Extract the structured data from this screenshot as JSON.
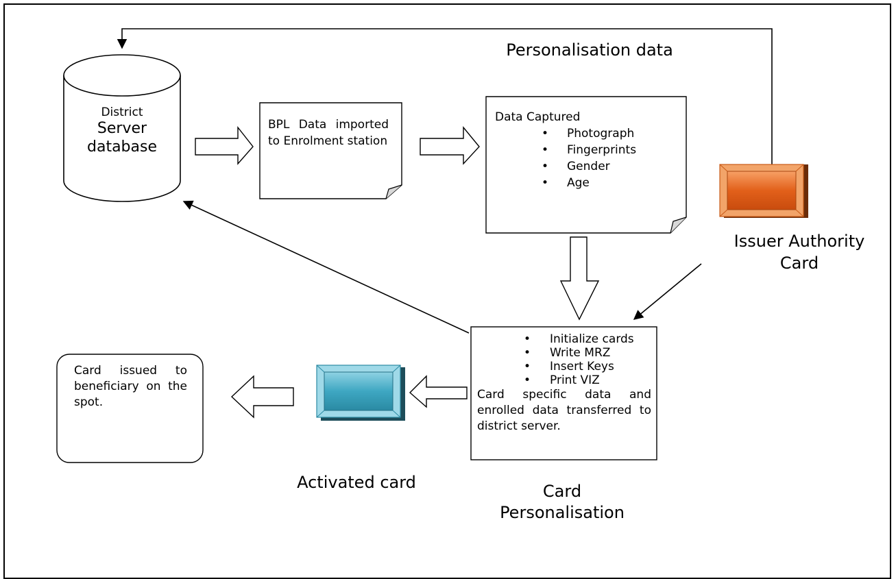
{
  "labels": {
    "personalisation_data": "Personalisation data",
    "issuer_authority_card": "Issuer Authority Card",
    "activated_card": "Activated card",
    "card_personalisation": "Card Personalisation"
  },
  "database": {
    "line1": "District",
    "line2": "Server",
    "line3": "database"
  },
  "bpl_box": {
    "text": "BPL Data imported to Enrolment station"
  },
  "data_captured": {
    "title": "Data Captured",
    "items": [
      "Photograph",
      "Fingerprints",
      "Gender",
      "Age"
    ]
  },
  "personalisation_box": {
    "items": [
      "Initialize cards",
      "Write MRZ",
      "Insert Keys",
      "Print VIZ"
    ],
    "note": "Card specific data and enrolled data transferred to district server."
  },
  "issued_box": {
    "text": "Card issued to beneficiary on the spot."
  },
  "colors": {
    "issuer_card": "#e0641c",
    "activated_card": "#3ea7c2",
    "stroke": "#000000"
  }
}
